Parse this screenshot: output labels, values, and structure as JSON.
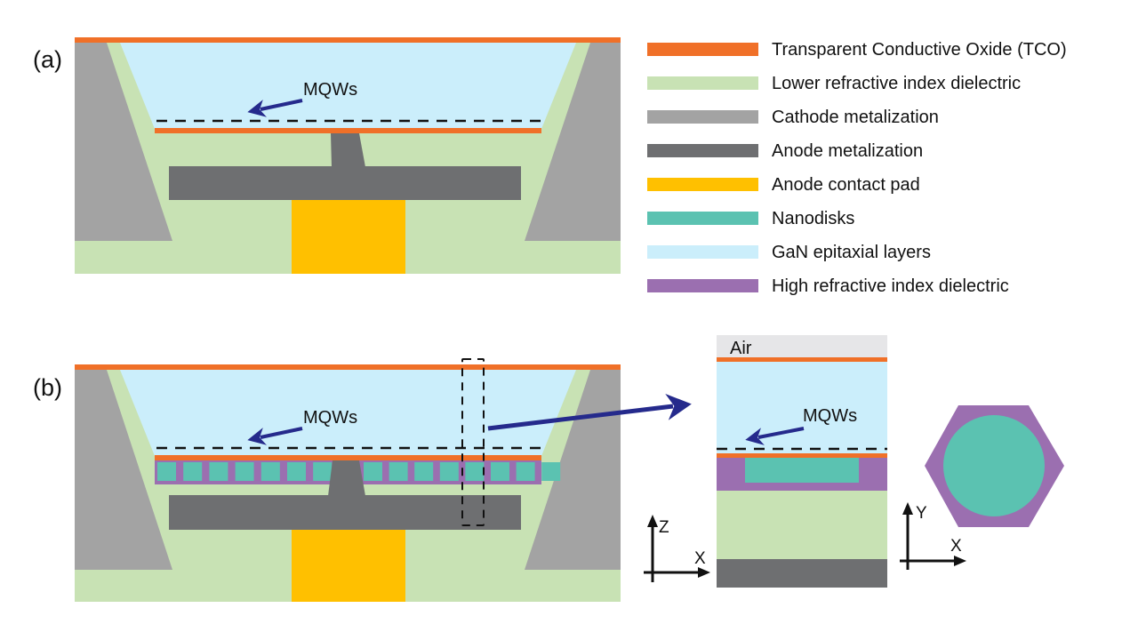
{
  "figure": {
    "panels": [
      {
        "id": "a",
        "label": "(a)",
        "mqw_label": "MQWs"
      },
      {
        "id": "b",
        "label": "(b)",
        "mqw_label": "MQWs"
      }
    ],
    "unit_cell": {
      "air_label": "Air",
      "mqw_label": "MQWs",
      "axes_zx": {
        "vertical": "Z",
        "horizontal": "X"
      },
      "axes_yx": {
        "vertical": "Y",
        "horizontal": "X"
      }
    },
    "nanodisk_count_left": 7,
    "nanodisk_count_right": 8,
    "legend": [
      {
        "key": "tco",
        "label": "Transparent Conductive Oxide (TCO)",
        "color": "#F07028"
      },
      {
        "key": "low_dielectric",
        "label": "Lower refractive index dielectric",
        "color": "#C8E2B4"
      },
      {
        "key": "cathode",
        "label": "Cathode metalization",
        "color": "#A3A3A3"
      },
      {
        "key": "anode",
        "label": "Anode metalization",
        "color": "#6E6F71"
      },
      {
        "key": "pad",
        "label": "Anode contact pad",
        "color": "#FFC000"
      },
      {
        "key": "nanodisks",
        "label": "Nanodisks",
        "color": "#5BC2B1"
      },
      {
        "key": "gan",
        "label": "GaN epitaxial layers",
        "color": "#CBEEFB"
      },
      {
        "key": "high_dielectric",
        "label": "High refractive index dielectric",
        "color": "#9B6FB0"
      }
    ],
    "colors": {
      "arrow": "#252A8C",
      "dash": "#111111",
      "air": "#E6E6E8"
    }
  }
}
